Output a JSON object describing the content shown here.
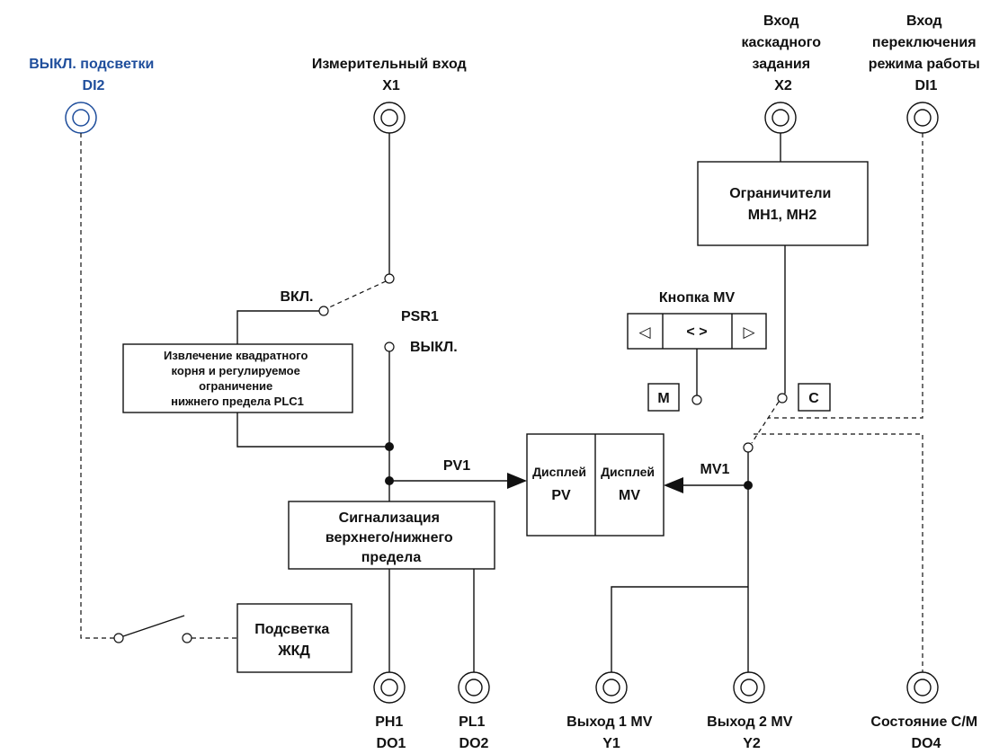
{
  "colors": {
    "line": "#111111",
    "accent_blue": "#1f4e9c",
    "background": "#ffffff"
  },
  "terminals": {
    "di2": {
      "lines": [
        "ВЫКЛ. подсветки",
        "DI2"
      ]
    },
    "x1": {
      "lines": [
        "Измерительный вход",
        "X1"
      ]
    },
    "x2": {
      "lines": [
        "Вход",
        "каскадного",
        "задания",
        "X2"
      ]
    },
    "di1": {
      "lines": [
        "Вход",
        "переключения",
        "режима работы",
        "DI1"
      ]
    },
    "do1": {
      "lines": [
        "PH1",
        "DO1"
      ]
    },
    "do2": {
      "lines": [
        "PL1",
        "DO2"
      ]
    },
    "y1": {
      "lines": [
        "Выход 1 MV",
        "Y1"
      ]
    },
    "y2": {
      "lines": [
        "Выход 2 MV",
        "Y2"
      ]
    },
    "do4": {
      "lines": [
        "Состояние C/M",
        "DO4"
      ]
    }
  },
  "blocks": {
    "limiters": {
      "lines": [
        "Ограничители",
        "MH1, MH2"
      ]
    },
    "sqrt": {
      "lines": [
        "Извлечение квадратного",
        "корня и регулируемое",
        "ограничение",
        "нижнего предела PLC1"
      ]
    },
    "alarm": {
      "lines": [
        "Сигнализация",
        "верхнего/нижнего",
        "предела"
      ]
    },
    "backlight": {
      "lines": [
        "Подсветка",
        "ЖКД"
      ]
    },
    "display_pv": {
      "lines": [
        "Дисплей",
        "PV"
      ]
    },
    "display_mv": {
      "lines": [
        "Дисплей",
        "MV"
      ]
    }
  },
  "mv_button": {
    "title": "Кнопка MV",
    "left": "◁",
    "center": "< >",
    "right": "▷"
  },
  "labels": {
    "on": "ВКЛ.",
    "off": "ВЫКЛ.",
    "psr1": "PSR1",
    "pv1": "PV1",
    "mv1": "MV1",
    "m": "M",
    "c": "C"
  }
}
